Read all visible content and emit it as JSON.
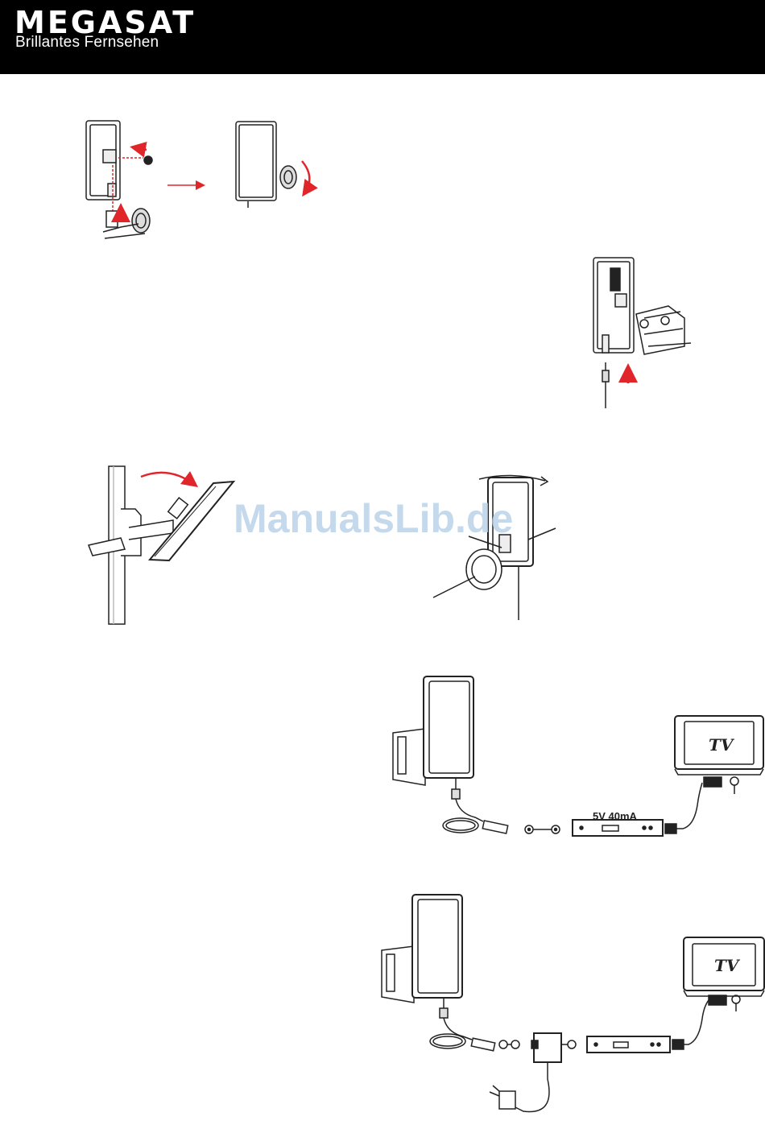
{
  "header": {
    "brand": "MEGASAT",
    "tagline": "Brillantes Fernsehen"
  },
  "watermark": "ManualsLib.de",
  "diagram_one": {
    "receiver_label": "5V 40mA",
    "tv_label": "TV"
  },
  "diagram_two": {
    "tv_label": "TV"
  },
  "colors": {
    "header_bg": "#000000",
    "accent_red": "#e0262a",
    "line": "#222222"
  }
}
